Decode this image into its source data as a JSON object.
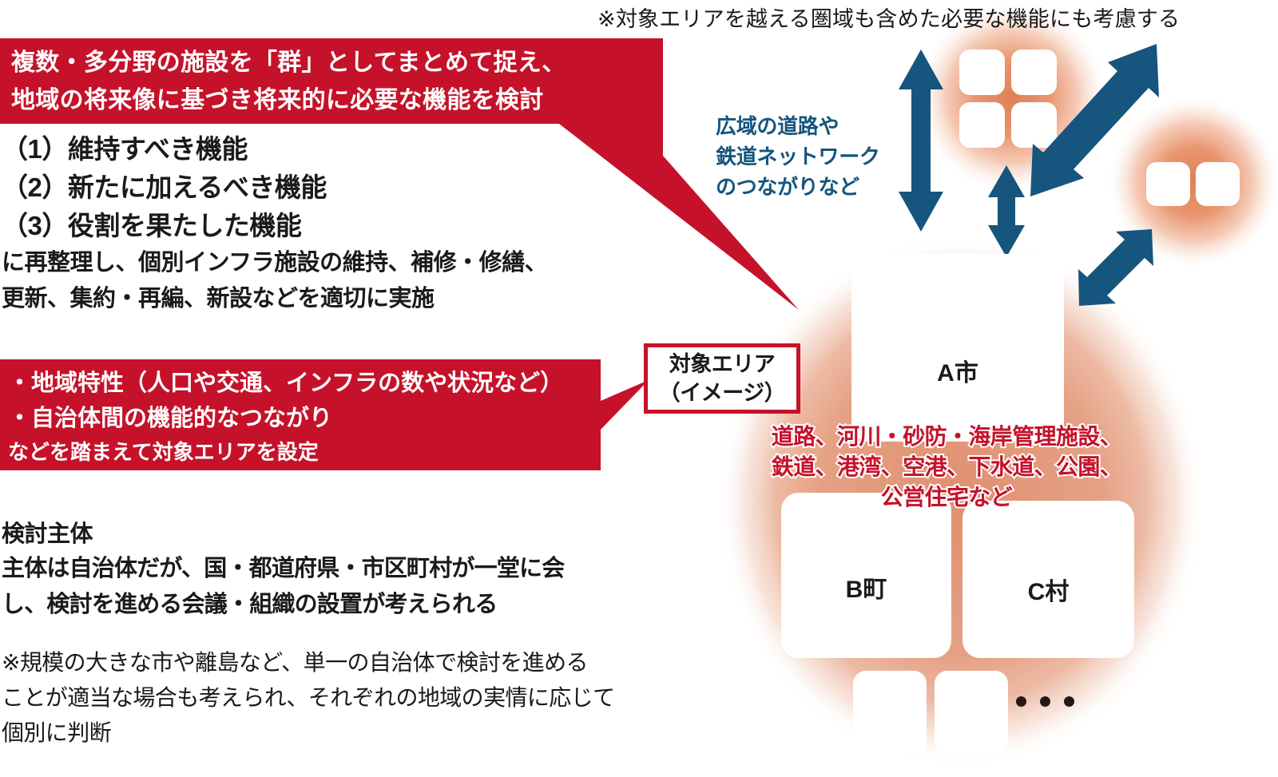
{
  "top_note": "※対象エリアを越える圏域も含めた必要な機能にも考慮する",
  "red_box_1": {
    "line1": "複数・多分野の施設を「群」としてまとめて捉え、",
    "line2": "地域の将来像に基づき将来的に必要な機能を検討"
  },
  "function_list": {
    "item1": "（1）維持すべき機能",
    "item2": "（2）新たに加えるべき機能",
    "item3": "（3）役割を果たした機能",
    "tail1": "に再整理し、個別インフラ施設の維持、補修・修繕、",
    "tail2": "更新、集約・再編、新設などを適切に実施"
  },
  "red_box_2": {
    "line1": "・地域特性（人口や交通、インフラの数や状況など）",
    "line2": "・自治体間の機能的なつながり",
    "line3": "などを踏まえて対象エリアを設定"
  },
  "subject_block": {
    "heading": "検討主体",
    "para1": "主体は自治体だが、国・都道府県・市区町村が一堂に会",
    "para2": "し、検討を進める会議・組織の設置が考えられる"
  },
  "note_block": {
    "line1": "※規模の大きな市や離島など、単一の自治体で検討を進める",
    "line2": "ことが適当な場合も考えられ、それぞれの地域の実情に応じて",
    "line3": "個別に判断"
  },
  "blue_label": {
    "line1": "広域の道路や",
    "line2": "鉄道ネットワーク",
    "line3": "のつながりなど"
  },
  "target_callout": {
    "line1": "対象エリア",
    "line2": "（イメージ）"
  },
  "tiles": {
    "a": "A市",
    "b": "B町",
    "c": "C村"
  },
  "infrastructure_text": {
    "line1": "道路、河川・砂防・海岸管理施設、",
    "line2": "鉄道、港湾、空港、下水道、公園、",
    "line3": "公営住宅など"
  },
  "colors": {
    "red": "#C5122A",
    "blue": "#15557E",
    "salmon": "#E5A184",
    "text_black": "#1a1a1a",
    "tile_white": "#ffffff"
  },
  "icons": {
    "ellipsis": "ellipsis-dots",
    "arrow_up_down": "double-arrow-vertical",
    "arrow_diagonal": "double-arrow-diagonal"
  }
}
